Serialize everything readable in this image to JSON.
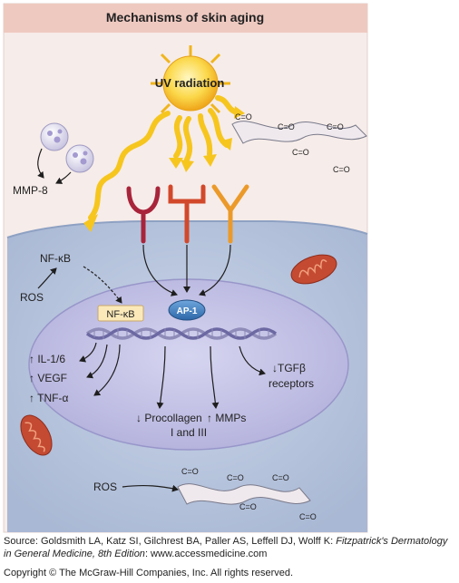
{
  "title": "Mechanisms of skin aging",
  "labels": {
    "uv_radiation": "UV radiation",
    "mmp8": "MMP-8",
    "nfkb_cytoplasm": "NF-κB",
    "ros_cell": "ROS",
    "nfkb_nucleus": "NF-κB",
    "ap1": "AP-1",
    "il16": "↑ IL-1/6",
    "vegf": "↑ VEGF",
    "tnfa": "↑ TNF-α",
    "procollagen_line1": "↓ Procollagen",
    "procollagen_line2": "I and III",
    "mmps": "↑ MMPs",
    "tgfb_line1": "↓TGFβ",
    "tgfb_line2": "receptors",
    "ros_bottom": "ROS",
    "carbonyl": "C=O"
  },
  "caption": {
    "source_prefix": "Source: Goldsmith LA, Katz SI, Gilchrest BA, Paller AS, Leffell DJ, Wolff K: ",
    "source_title_line1": "Fitzpatrick's Dermatology",
    "source_title_line2": "in General Medicine, 8th Edition",
    "source_suffix": ": www.accessmedicine.com",
    "copyright": "Copyright © The McGraw-Hill Companies, Inc. All rights reserved."
  },
  "colors": {
    "panel_bg": "#f6ece9",
    "title_band": "#eec9c0",
    "cell": "#b8c5dd",
    "nucleus": "#c7c5e6",
    "sun": "#f8c51c",
    "uv_ray": "#f6c61f",
    "mitochondria": "#c44a32",
    "receptor_dark": "#a8243a",
    "receptor_mid": "#d2482a",
    "receptor_light": "#eb9a2a",
    "ap1_fill": "#3d7fc1",
    "nfkb_fill": "#fbe9b9"
  }
}
